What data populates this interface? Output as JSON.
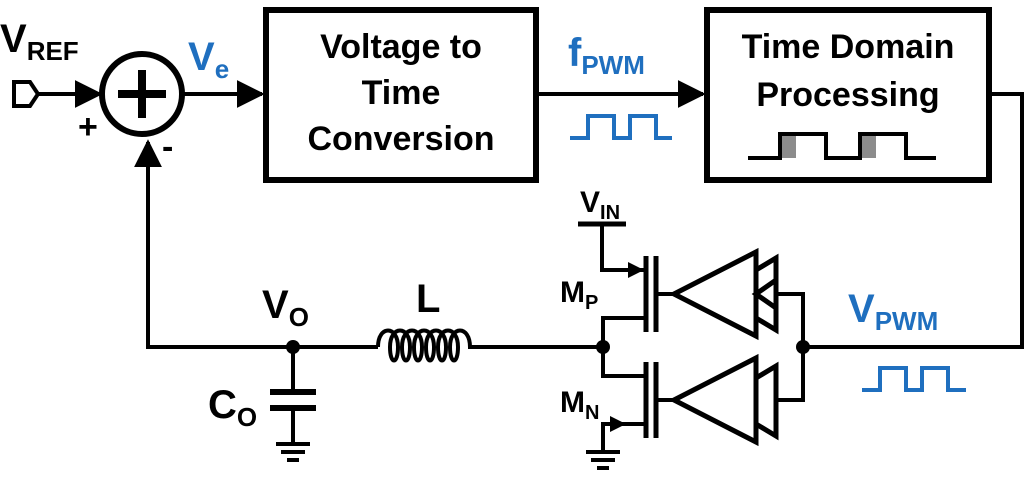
{
  "colors": {
    "wire": "#000000",
    "blue": "#1f6fbf",
    "grey": "#8c8c8c"
  },
  "labels": {
    "vref_main": "V",
    "vref_sub": "REF",
    "ve_main": "V",
    "ve_sub": "e",
    "plus": "+",
    "minus": "-",
    "fpwm_main": "f",
    "fpwm_sub": "PWM",
    "vin_main": "V",
    "vin_sub": "IN",
    "mp_main": "M",
    "mp_sub": "P",
    "mn_main": "M",
    "mn_sub": "N",
    "vo_main": "V",
    "vo_sub": "O",
    "l": "L",
    "co_main": "C",
    "co_sub": "O",
    "vpwm_main": "V",
    "vpwm_sub": "PWM"
  },
  "blocks": {
    "v2t": [
      "Voltage to",
      "Time",
      "Conversion"
    ],
    "tdp": [
      "Time Domain",
      "Processing"
    ]
  },
  "icons": {
    "summer": "plus-in-circle-icon",
    "input_port": "input-port-icon",
    "inductor": "inductor-icon",
    "capacitor": "capacitor-icon",
    "ground": "ground-icon",
    "pmos": "pmos-transistor-icon",
    "nmos": "nmos-transistor-icon",
    "driver": "driver-buffer-icon",
    "pulse": "pwm-pulse-icon"
  }
}
